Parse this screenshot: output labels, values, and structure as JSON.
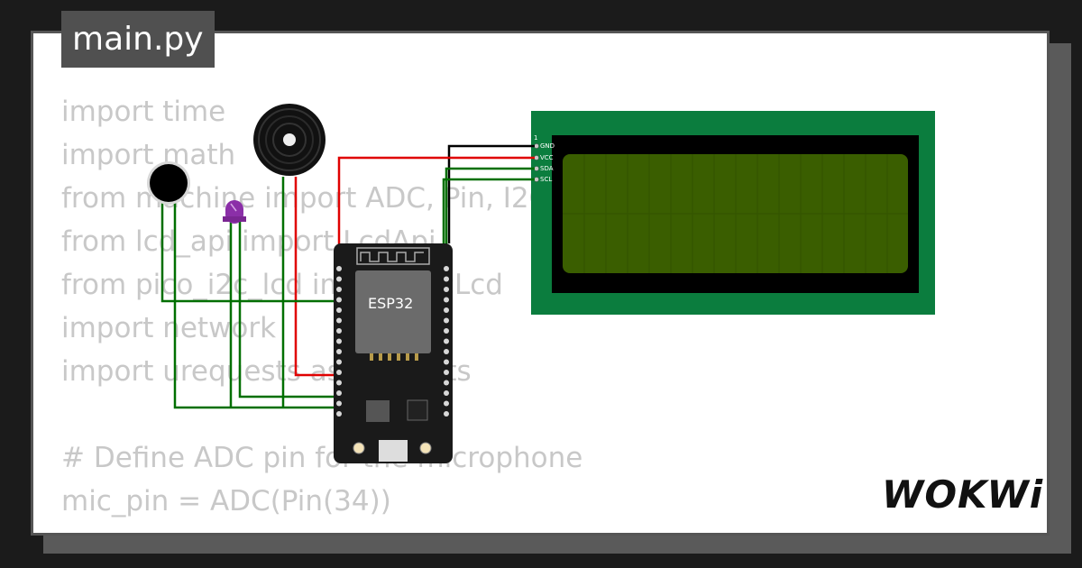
{
  "file_tab": {
    "label": "main.py"
  },
  "code_lines": [
    "import time",
    "import math",
    "from machine import ADC, Pin, I2C",
    "from lcd_api import LcdApi",
    "from pico_i2c_lcd import I2cLcd",
    "import network",
    "import urequests as requests",
    "",
    "# Define ADC pin for the microphone",
    "mic_pin = ADC(Pin(34))"
  ],
  "board": {
    "label": "ESP32"
  },
  "lcd": {
    "pin_index": "1",
    "pins": [
      "GND",
      "VCC",
      "SDA",
      "SCL"
    ],
    "screen_color": "#3a5e00",
    "pcb_color": "#0b7d3e"
  },
  "brand": {
    "label": "WOKWi"
  },
  "wires": {
    "red": "#e00000",
    "black": "#000000",
    "green": "#006f00"
  },
  "colors": {
    "background": "#1b1b1b",
    "card": "#ffffff",
    "tab": "#505050",
    "code_text": "#c8c8c8",
    "led": "#8b2fa8"
  }
}
